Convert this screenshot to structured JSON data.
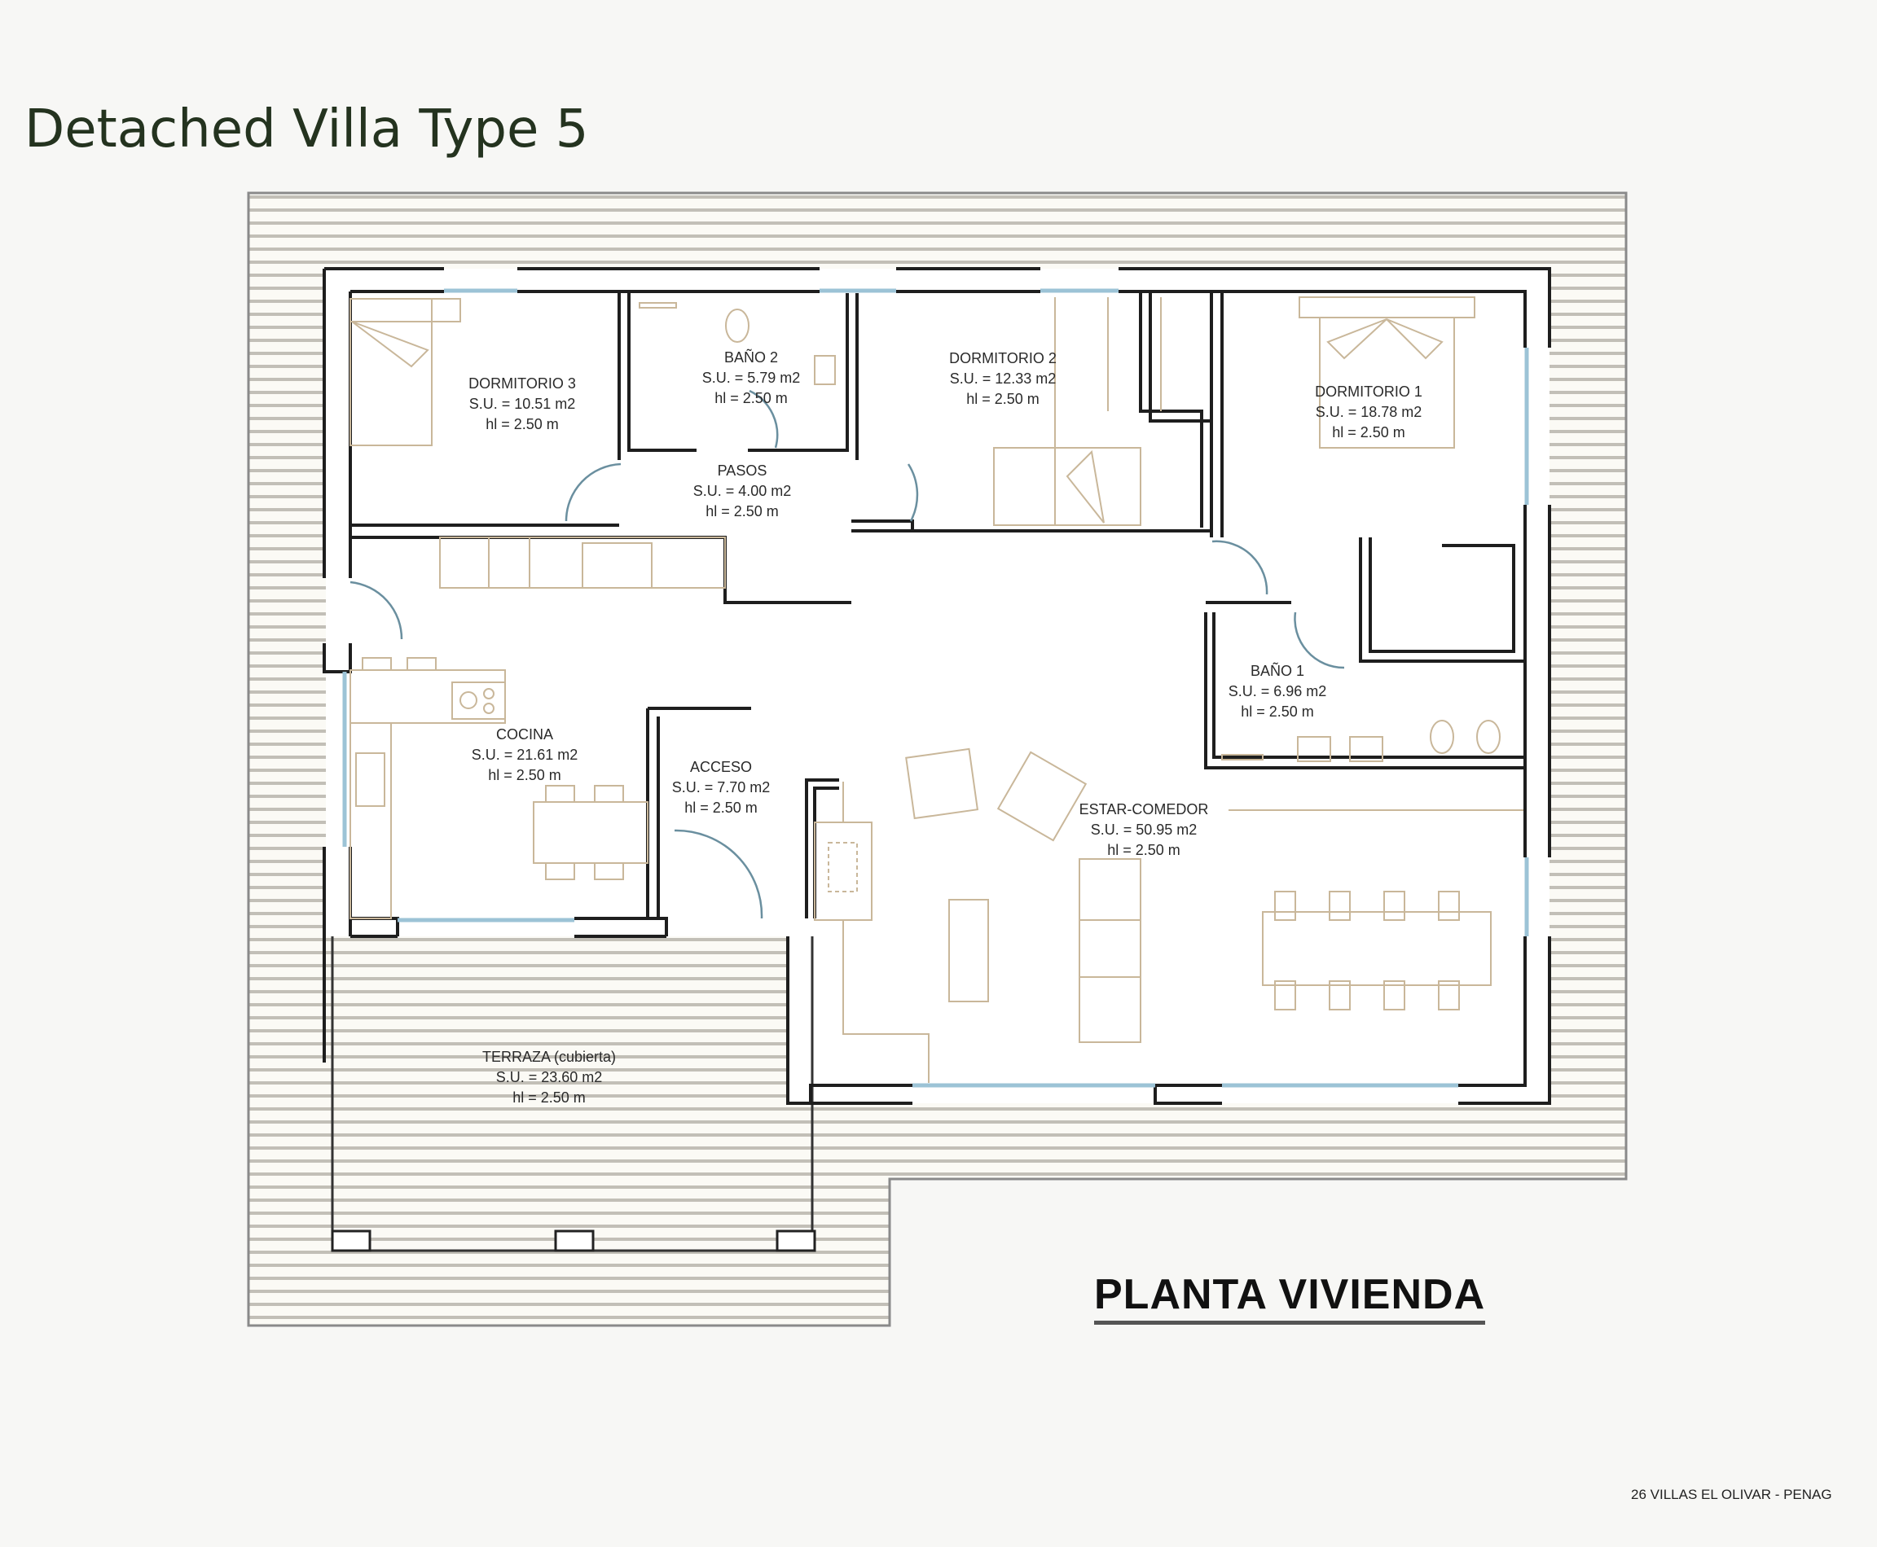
{
  "header": {
    "title": "Detached Villa Type 5"
  },
  "plan": {
    "title": "PLANTA VIVIENDA",
    "colors": {
      "wall": "#1e1e1e",
      "window": "#9cc3d6",
      "furniture": "#c9b79a",
      "deck": "#bdbab3",
      "deck_bg": "#fbfaf5"
    },
    "rooms": [
      {
        "name": "DORMITORIO 3",
        "area": "S.U. = 10.51 m2",
        "height": "hl = 2.50 m"
      },
      {
        "name": "BAÑO 2",
        "area": "S.U. = 5.79 m2",
        "height": "hl = 2.50 m"
      },
      {
        "name": "PASOS",
        "area": "S.U. = 4.00 m2",
        "height": "hl = 2.50 m"
      },
      {
        "name": "DORMITORIO 2",
        "area": "S.U. = 12.33 m2",
        "height": "hl = 2.50 m"
      },
      {
        "name": "DORMITORIO 1",
        "area": "S.U. = 18.78 m2",
        "height": "hl = 2.50 m"
      },
      {
        "name": "BAÑO 1",
        "area": "S.U. = 6.96 m2",
        "height": "hl = 2.50 m"
      },
      {
        "name": "COCINA",
        "area": "S.U. = 21.61 m2",
        "height": "hl = 2.50 m"
      },
      {
        "name": "ACCESO",
        "area": "S.U. = 7.70 m2",
        "height": "hl = 2.50 m"
      },
      {
        "name": "ESTAR-COMEDOR",
        "area": "S.U. = 50.95 m2",
        "height": "hl = 2.50 m"
      },
      {
        "name": "TERRAZA (cubierta)",
        "area": "S.U. = 23.60 m2",
        "height": "hl = 2.50 m"
      }
    ]
  },
  "footer": {
    "text": "26  VILLAS EL OLIVAR - PENAG"
  }
}
